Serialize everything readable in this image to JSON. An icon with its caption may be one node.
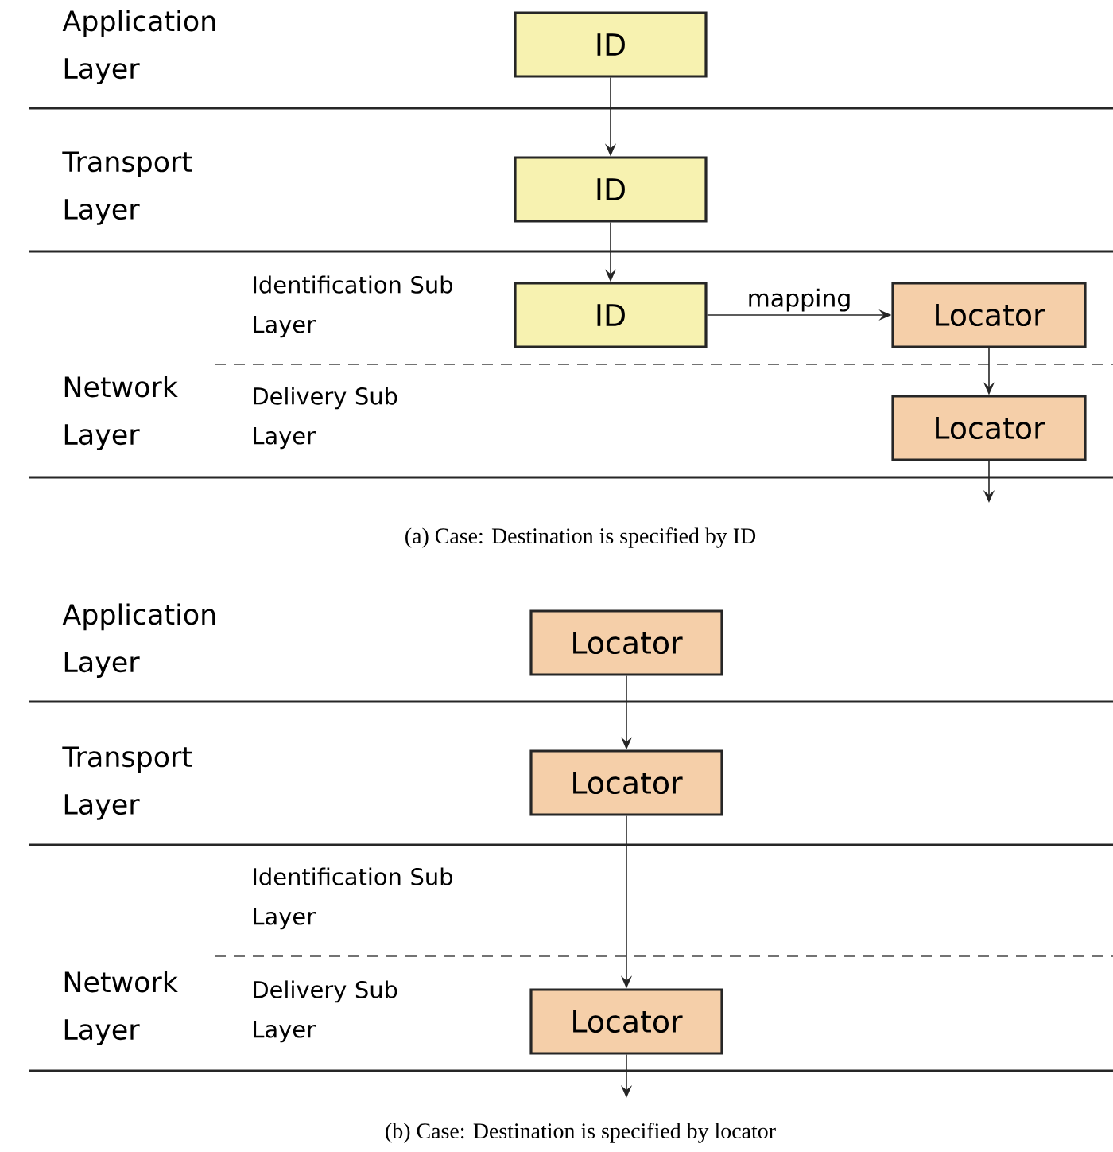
{
  "diagram": {
    "nodes": [
      {
        "text": [
          "ID"
        ]
      },
      {
        "text": [
          "ID"
        ]
      },
      {
        "text": [
          "ID"
        ]
      },
      {
        "text": [
          "Locator"
        ]
      },
      {
        "text": [
          "Locator"
        ]
      },
      {
        "text": [
          "Locator"
        ]
      },
      {
        "text": [
          "Locator"
        ]
      },
      {
        "text": [
          "Locator"
        ]
      }
    ],
    "edges": [
      {
        "from": 0,
        "to": 1,
        "arrow": "to"
      },
      {
        "from": 1,
        "to": 2,
        "arrow": "to"
      },
      {
        "from": 2,
        "to": 3,
        "arrow": "to",
        "label": "mapping"
      },
      {
        "from": 3,
        "to": 4,
        "arrow": "to"
      },
      {
        "from": 4,
        "to": null,
        "arrow": "to"
      },
      {
        "from": 5,
        "to": 6,
        "arrow": "to"
      },
      {
        "from": 6,
        "to": 7,
        "arrow": "to"
      },
      {
        "from": 7,
        "to": null,
        "arrow": "to"
      }
    ],
    "labels": [
      "Application Layer",
      "Transport Layer",
      "Identification Sub Layer",
      "Network Layer",
      "Delivery Sub Layer",
      "(a) Case: Destination is specified by ID",
      "Application Layer",
      "Transport Layer",
      "Identification Sub Layer",
      "Network Layer",
      "Delivery Sub Layer",
      "(b) Case: Destination is specified by locator"
    ]
  }
}
